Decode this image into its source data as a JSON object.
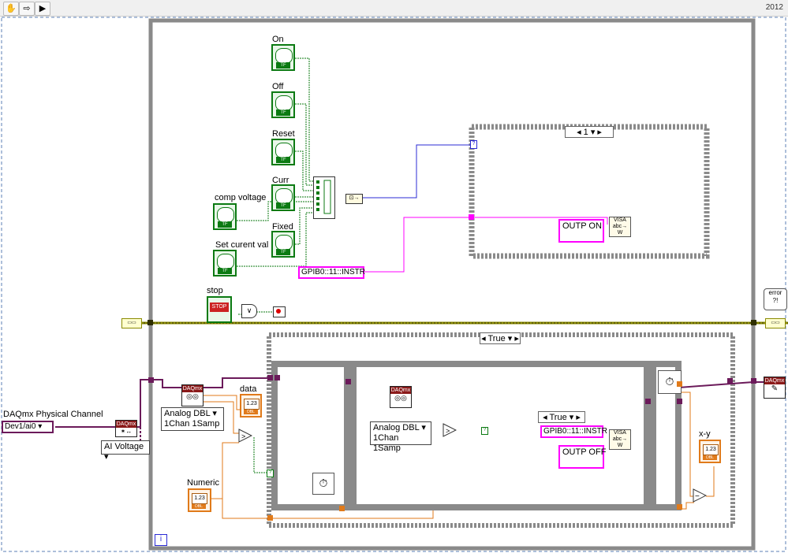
{
  "toolbar": {
    "version": "2012"
  },
  "loop": {
    "iteration_label": "i"
  },
  "controls": {
    "on": "On",
    "off": "Off",
    "reset": "Reset",
    "curr": "Curr",
    "comp_voltage": "comp voltage",
    "fixed": "Fixed",
    "set_current": "Set curent val",
    "stop": "stop",
    "stop_button_text": "STOP",
    "numeric": "Numeric",
    "physical_channel_label": "DAQmx Physical Channel",
    "physical_channel_value": "Dev1/ai0"
  },
  "indicators": {
    "data": "data",
    "xy": "x-y"
  },
  "strings": {
    "gpib_outer": "GPIB0::11::INSTR",
    "gpib_inner": "GPIB0::11::INSTR",
    "outp_on": "OUTP ON",
    "outp_off": "OUTP OFF"
  },
  "case_structures": {
    "top_case": "1",
    "outer_case": "True",
    "inner_case": "True"
  },
  "daq": {
    "create_channel": "AI Voltage",
    "read1_line1": "Analog DBL",
    "read1_line2": "1Chan 1Samp",
    "read2_line1": "Analog DBL",
    "read2_line2": "1Chan 1Samp",
    "brand": "DAQmx"
  },
  "terminals": {
    "numeric_display": "1.23",
    "tf": "TF",
    "dbl": "DBL"
  },
  "vi_icons": {
    "error": "error",
    "visa": "VISA"
  },
  "colors": {
    "boolean": "#0b7a12",
    "numeric": "#e07a1a",
    "string": "#ff00ff",
    "integer": "#2b2bd6",
    "error_cluster": "#8a8a00",
    "daq": "#8b1a1a",
    "structure": "#8a8a8a"
  }
}
